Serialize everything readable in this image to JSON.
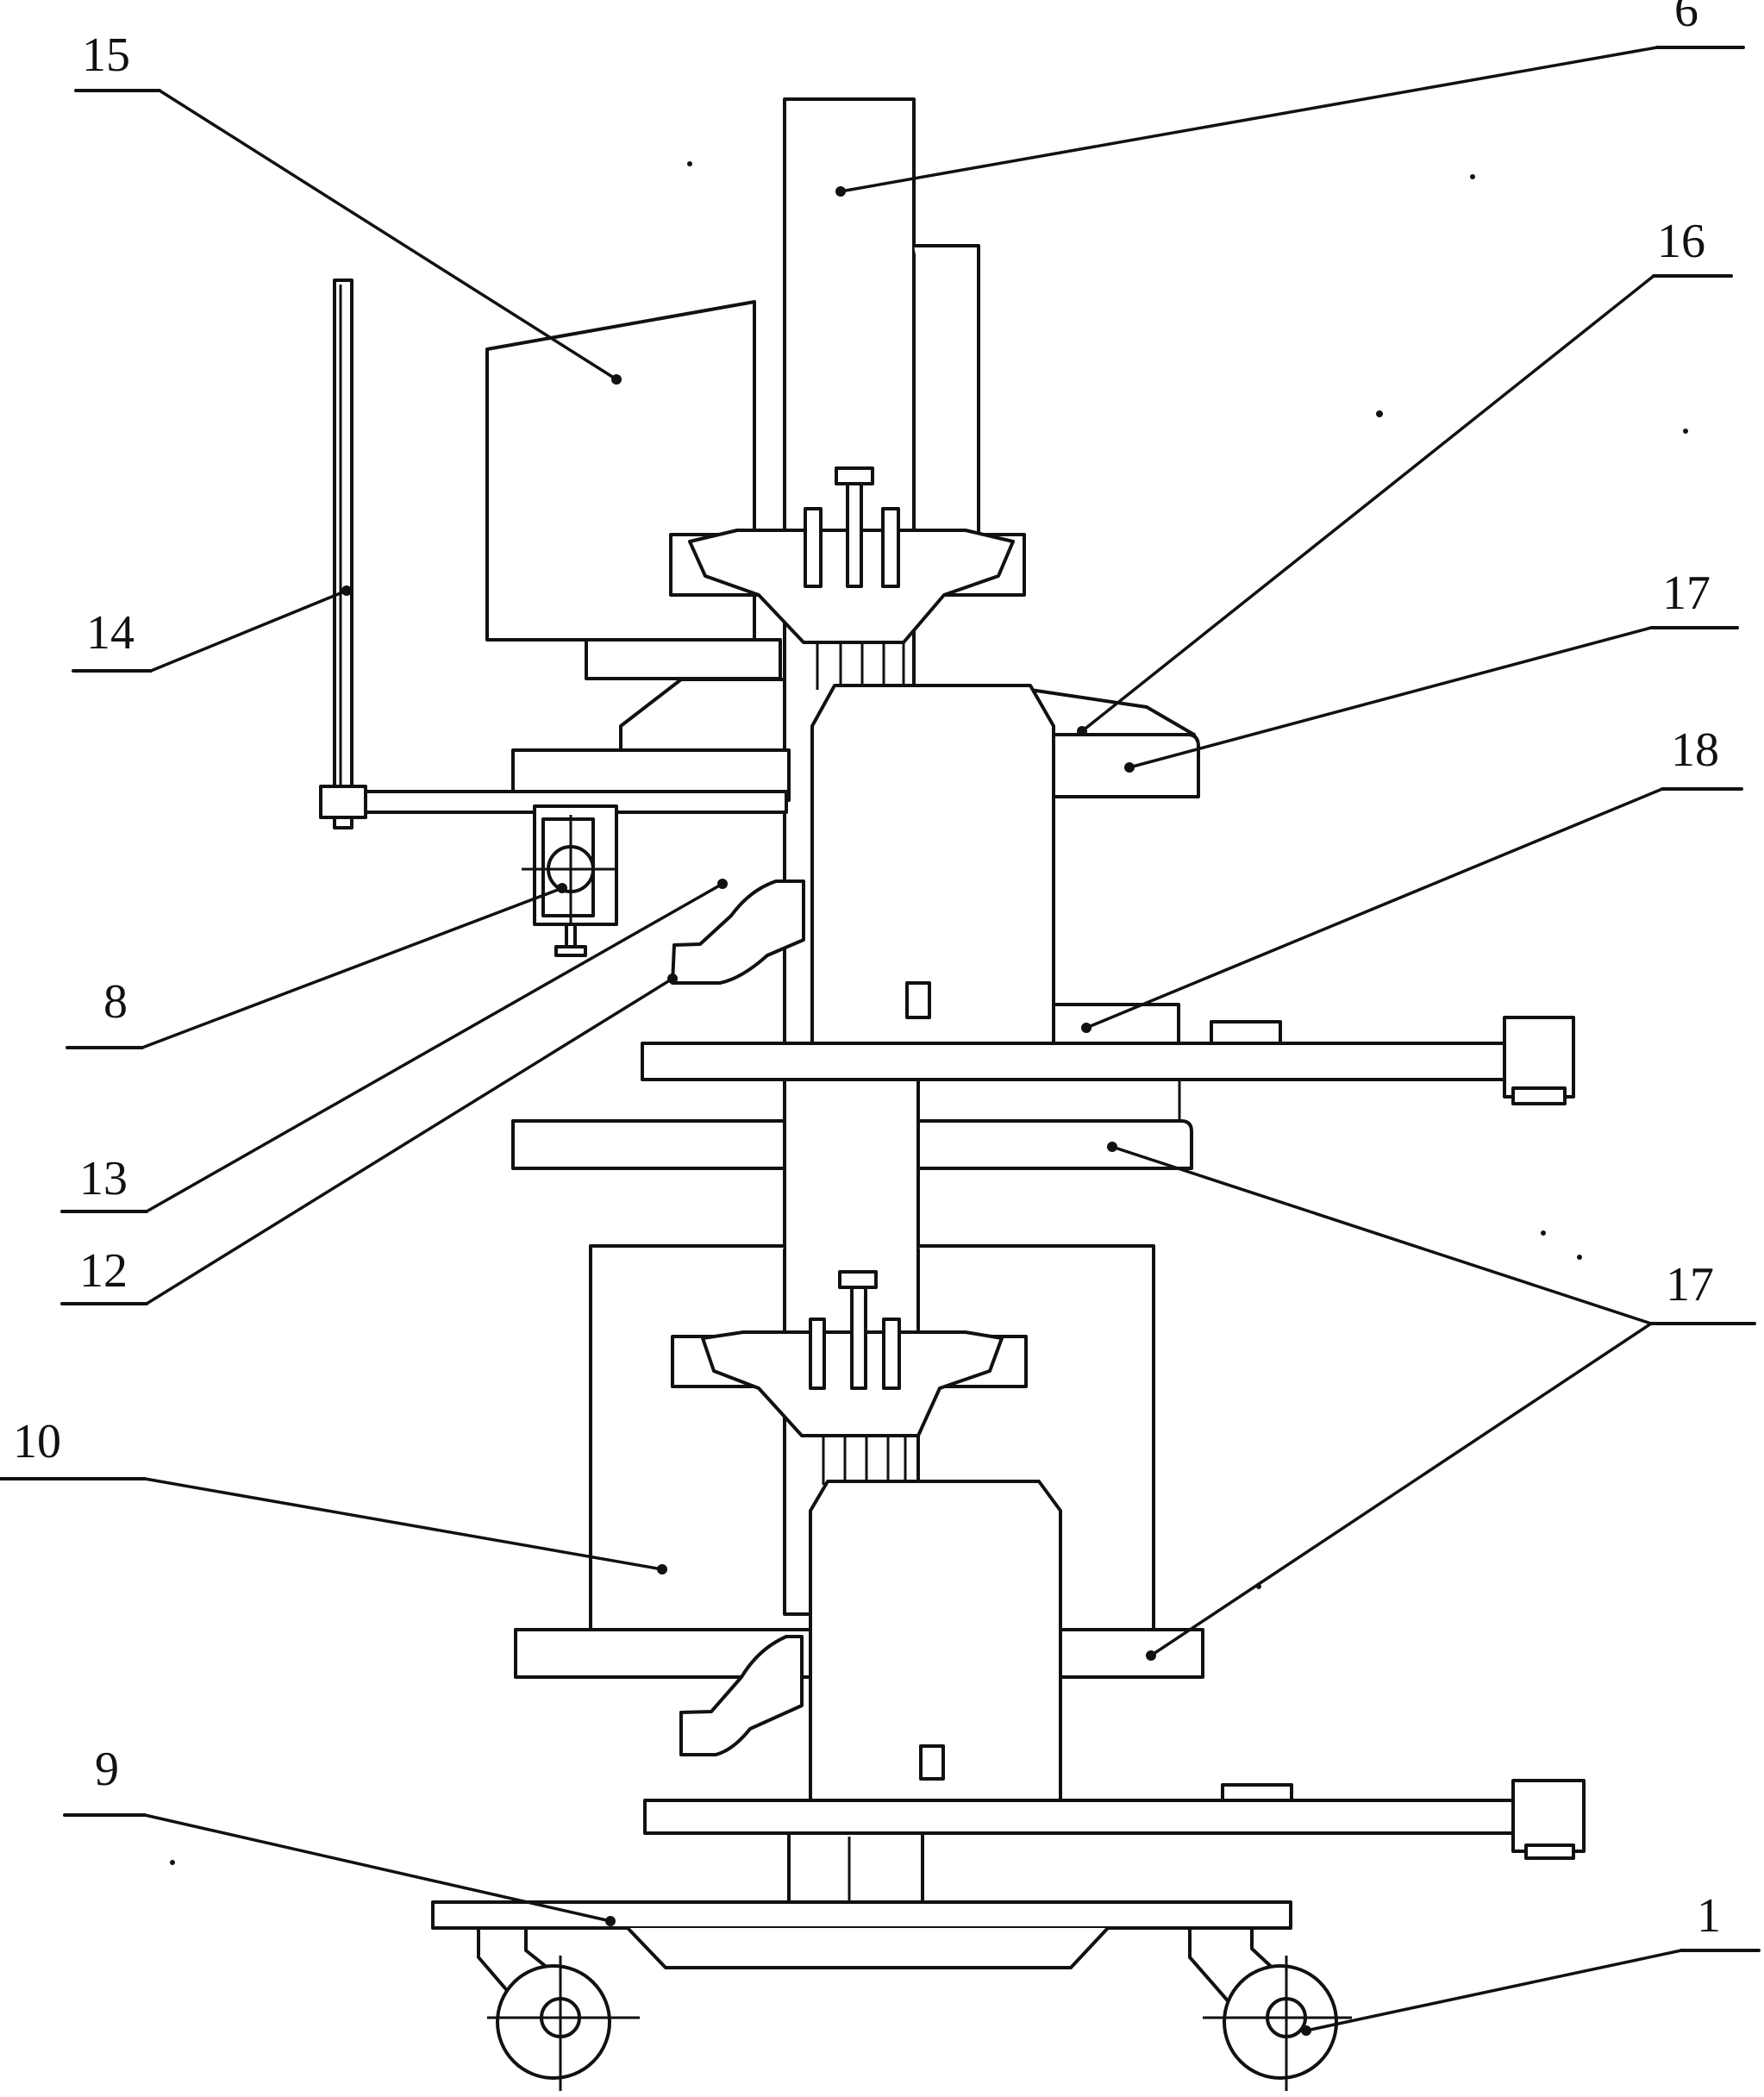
{
  "labels": {
    "l15": "15",
    "l6": "6",
    "l16": "16",
    "l17_top": "17",
    "l18": "18",
    "l14": "14",
    "l8": "8",
    "l13": "13",
    "l12": "12",
    "l17_bottom": "17",
    "l10": "10",
    "l9": "9",
    "l1": "1"
  }
}
